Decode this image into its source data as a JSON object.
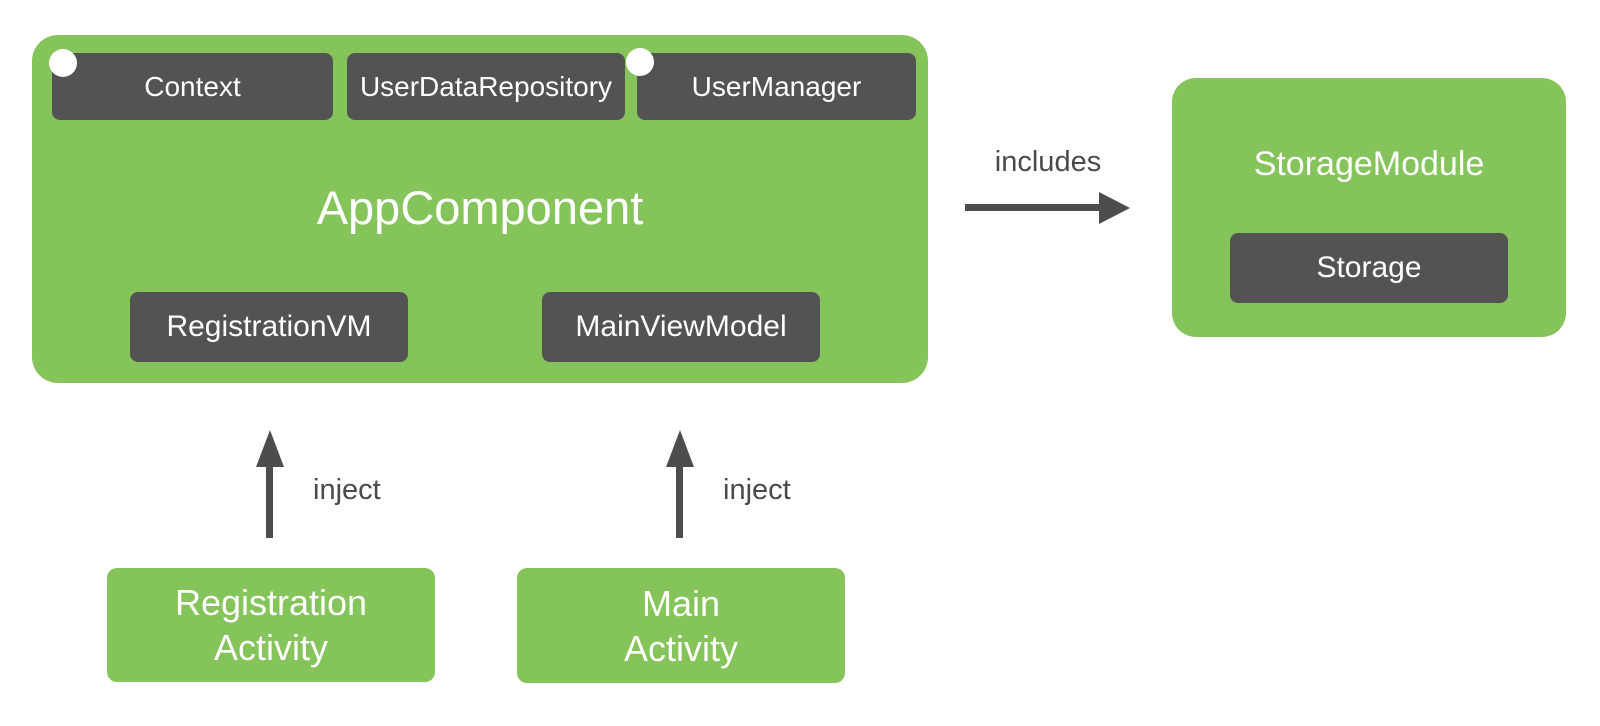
{
  "colors": {
    "green": "#85C45A",
    "chip_gray": "#535353",
    "arrow_gray": "#4d4d4d",
    "text_on_green": "#ffffff",
    "text_on_gray": "#ffffff",
    "label_gray": "#4a4a4a"
  },
  "app_component": {
    "title": "AppComponent",
    "provisions": [
      {
        "label": "Context",
        "scoped_dot": true
      },
      {
        "label": "UserDataRepository",
        "scoped_dot": false
      },
      {
        "label": "UserManager",
        "scoped_dot": true
      }
    ],
    "viewmodels": [
      {
        "label": "RegistrationVM"
      },
      {
        "label": "MainViewModel"
      }
    ]
  },
  "storage_module": {
    "title": "StorageModule",
    "binding": "Storage"
  },
  "edges": {
    "includes": "includes",
    "inject_registration": "inject",
    "inject_main": "inject"
  },
  "activities": {
    "registration": {
      "line1": "Registration",
      "line2": "Activity"
    },
    "main": {
      "line1": "Main",
      "line2": "Activity"
    }
  }
}
